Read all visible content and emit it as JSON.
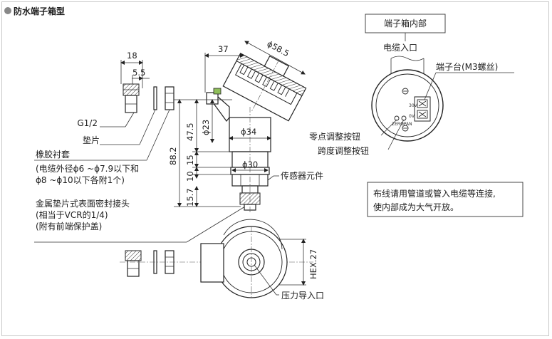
{
  "title": "防水端子箱型",
  "title_bullet_color": "#888888",
  "dimensions": {
    "d18": "18",
    "d5_5": "5.5",
    "d37": "37",
    "phi58_5": "ϕ58.5",
    "phi23": "ϕ23",
    "d47_5": "47.5",
    "d88_2": "88.2",
    "phi34": "ϕ34",
    "phi30": "ϕ30",
    "d15": "15",
    "d10": "10",
    "d15_7": "15.7",
    "hex27": "HEX.27"
  },
  "labels": {
    "g12": "G1/2",
    "gasket": "垫片",
    "rubber_bushing": "橡胶衬套",
    "cable_note_1": "(电缆外径ϕ6 ~ϕ7.9以下和",
    "cable_note_2": "ϕ8 ~ϕ10以下各附1个)",
    "metal_gasket_1": "金属垫片式表面密封接头",
    "metal_gasket_2": "(相当于VCR的1/4)",
    "metal_gasket_3": "(附有前端保护盖)",
    "sensor_element": "传感器元件",
    "pressure_inlet": "压力导入口",
    "terminal_box_inside": "端子箱内部",
    "cable_inlet": "电缆入口",
    "terminal_block": "端子台(M3螺丝)",
    "zero_adjust": "零点调整按钮",
    "span_adjust": "跨度调整按钮",
    "terminal_plus": "30V",
    "terminal_minus": "0V",
    "knob_zero": "ZERO",
    "knob_span": "SPAN",
    "wiring_note_1": "布线请用管道或管入电缆等连接,",
    "wiring_note_2": "使内部成为大气开放。"
  }
}
